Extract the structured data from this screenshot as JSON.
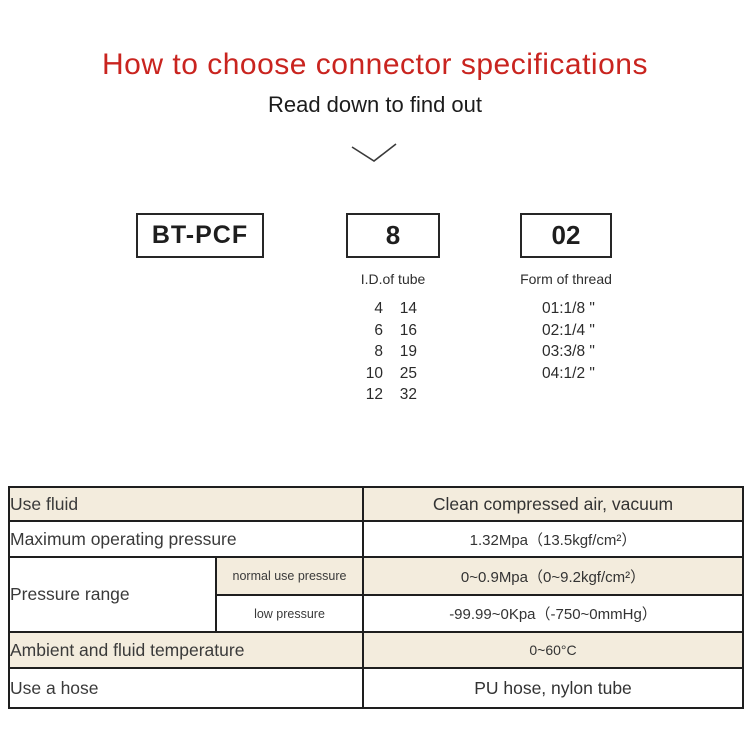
{
  "header": {
    "title": "How to choose connector specifications",
    "subtitle": "Read down to find out",
    "title_color": "#c9241f"
  },
  "icons": {
    "chevron_down": "chevron-down"
  },
  "code_boxes": {
    "prefix": "BT-PCF",
    "tube_size": "8",
    "thread_code": "02"
  },
  "tube": {
    "heading": "I.D.of tube",
    "rows": [
      [
        "4",
        "14"
      ],
      [
        "6",
        "16"
      ],
      [
        "8",
        "19"
      ],
      [
        "10",
        "25"
      ],
      [
        "12",
        "32"
      ]
    ]
  },
  "thread": {
    "heading": "Form of thread",
    "items": [
      "01:1/8 \"",
      "02:1/4 \"",
      "03:3/8 \"",
      "04:1/2 \""
    ]
  },
  "spec_table": {
    "stripe_color": "#f3ecdd",
    "rows": [
      {
        "label": "Use fluid",
        "value": "Clean compressed air, vacuum"
      },
      {
        "label": "Maximum operating pressure",
        "value": "1.32Mpa（13.5kgf/cm²）"
      },
      {
        "label": "Pressure range",
        "sub_rows": [
          {
            "sub_label": "normal use pressure",
            "value": "0~0.9Mpa（0~9.2kgf/cm²）"
          },
          {
            "sub_label": "low pressure",
            "value": "-99.99~0Kpa（-750~0mmHg）"
          }
        ]
      },
      {
        "label": "Ambient and fluid temperature",
        "value": "0~60°C"
      },
      {
        "label": "Use a hose",
        "value": "PU hose, nylon tube"
      }
    ]
  }
}
